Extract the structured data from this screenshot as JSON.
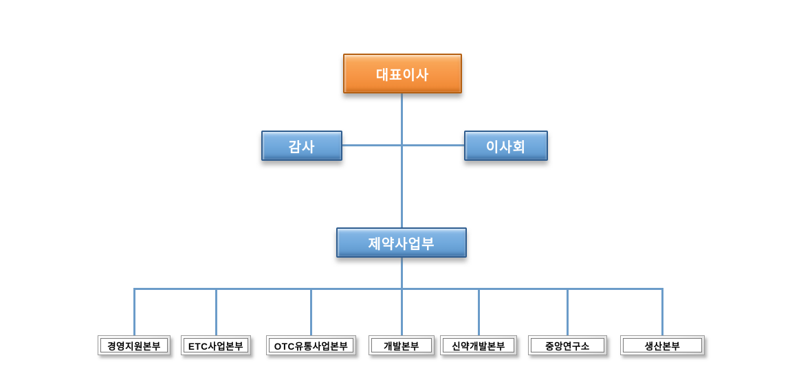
{
  "diagram": {
    "type": "org-chart",
    "nodes": {
      "ceo": "대표이사",
      "auditor": "감사",
      "board": "이사회",
      "division": "제약사업부"
    },
    "departments": [
      "경영지원본부",
      "ETC사업본부",
      "OTC유통사업본부",
      "개발본부",
      "신약개발본부",
      "중앙연구소",
      "생산본부"
    ]
  },
  "colors": {
    "ceo_fill": "#F79646",
    "ceo_border": "#B45F11",
    "level_fill": "#6FA8DC",
    "level_border": "#2F5D8F",
    "connector": "#6B9CC9",
    "dept_fill": "#FFFFFF",
    "dept_border": "#9A9A9A",
    "text_light": "#FFFFFF",
    "text_dark": "#000000"
  }
}
